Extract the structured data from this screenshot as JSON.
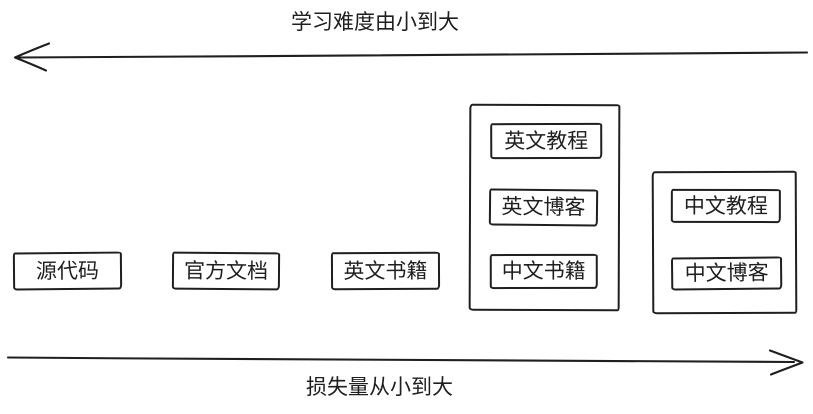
{
  "colors": {
    "ink": "#1f1f1f",
    "background": "#ffffff"
  },
  "axes": {
    "top": {
      "label": "学习难度由小到大",
      "direction": "left"
    },
    "bottom": {
      "label": "损失量从小到大",
      "direction": "right"
    }
  },
  "boxes": [
    {
      "id": "source-code",
      "label": "源代码"
    },
    {
      "id": "official-docs",
      "label": "官方文档"
    },
    {
      "id": "english-books",
      "label": "英文书籍"
    }
  ],
  "groups": [
    {
      "id": "english-and-chinese-books-group",
      "boxes": [
        {
          "id": "english-tutorials",
          "label": "英文教程"
        },
        {
          "id": "english-blogs",
          "label": "英文博客"
        },
        {
          "id": "chinese-books",
          "label": "中文书籍"
        }
      ]
    },
    {
      "id": "chinese-group",
      "boxes": [
        {
          "id": "chinese-tutorials",
          "label": "中文教程"
        },
        {
          "id": "chinese-blogs",
          "label": "中文博客"
        }
      ]
    }
  ]
}
